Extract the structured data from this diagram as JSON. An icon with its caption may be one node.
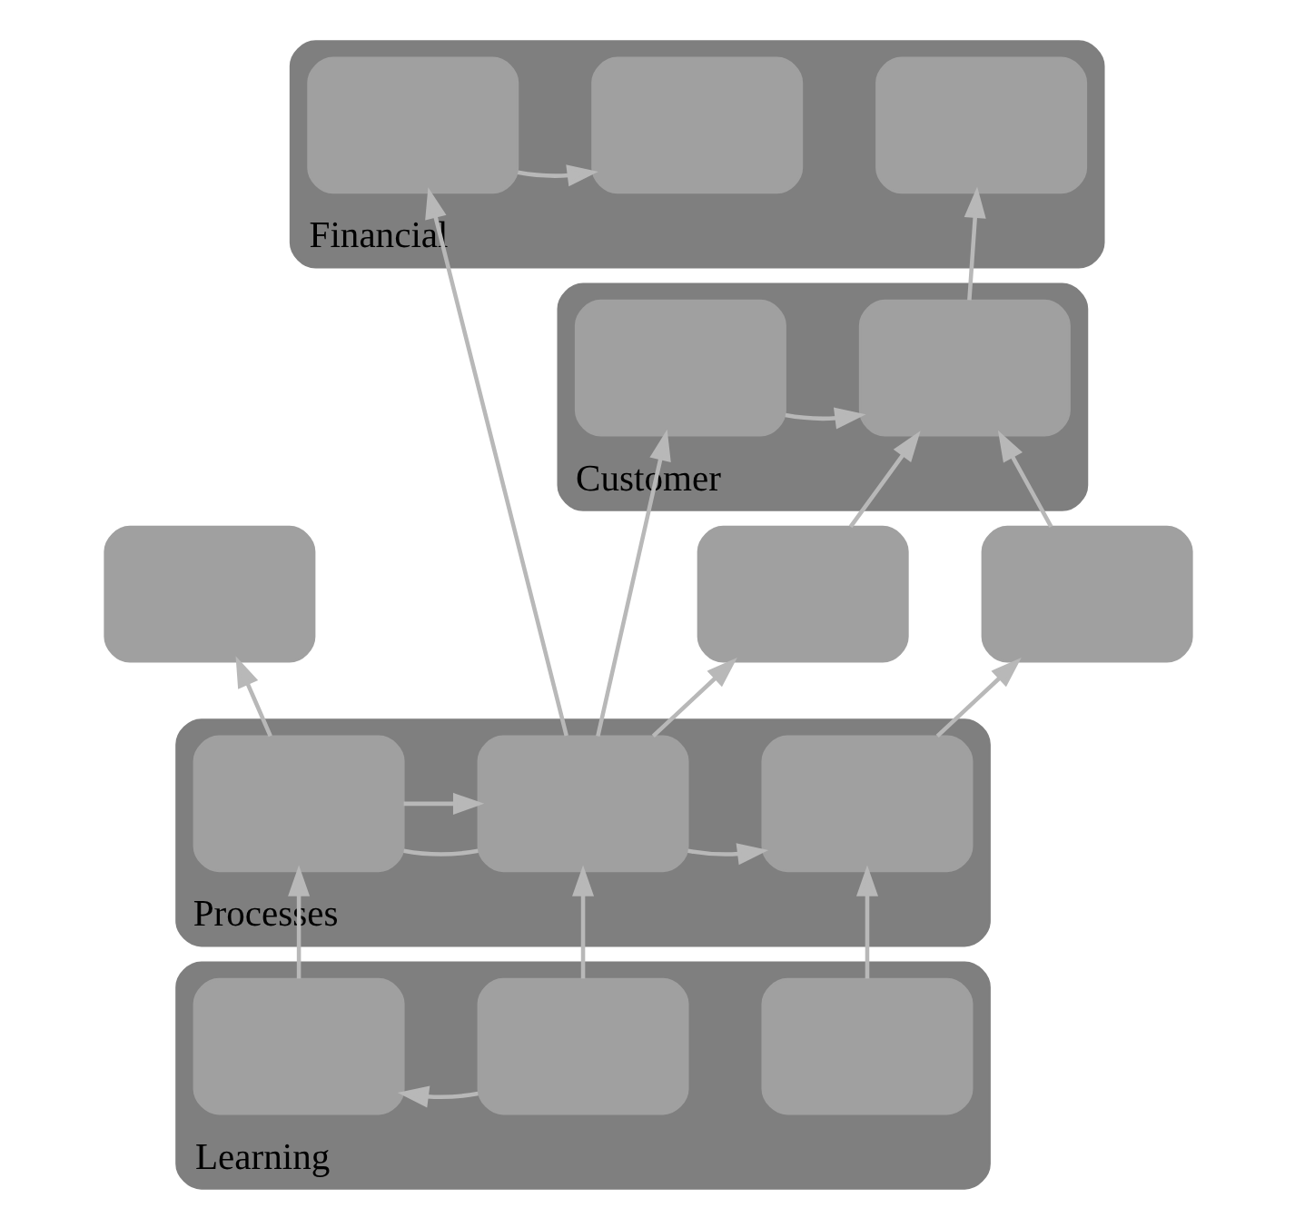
{
  "diagram": {
    "nodes": [
      {
        "text": [
          "Financial"
        ]
      },
      {
        "text": [],
        "shape": "box"
      },
      {
        "text": [],
        "shape": "box",
        "in": 0
      },
      {
        "text": [],
        "shape": "box",
        "in": 0
      },
      {
        "text": [],
        "shape": "box",
        "in": 0
      },
      {
        "text": [
          "Customer"
        ]
      },
      {
        "text": [],
        "shape": "box",
        "in": 5
      },
      {
        "text": [],
        "shape": "box"
      },
      {
        "text": [],
        "shape": "box",
        "in": 5
      },
      {
        "text": [
          "Processes"
        ]
      },
      {
        "text": [],
        "shape": "box",
        "in": 9
      },
      {
        "text": [],
        "shape": "box",
        "in": 9
      },
      {
        "text": [],
        "shape": "box",
        "in": 9
      },
      {
        "text": [],
        "shape": "box"
      },
      {
        "text": [
          "Learning"
        ]
      },
      {
        "text": [],
        "shape": "box",
        "in": 14
      },
      {
        "text": [],
        "shape": "box",
        "in": 14
      },
      {
        "text": [],
        "shape": "box",
        "in": 14
      }
    ],
    "edges": [
      {
        "from": 2,
        "to": 3,
        "arrow": "to"
      },
      {
        "from": 8,
        "to": 4,
        "arrow": "to"
      },
      {
        "from": 6,
        "to": 8,
        "arrow": "to"
      },
      {
        "from": 7,
        "to": 8,
        "arrow": "to"
      },
      {
        "from": 10,
        "to": 1,
        "arrow": "to"
      },
      {
        "from": 10,
        "to": 11,
        "arrow": "to"
      },
      {
        "from": 10,
        "to": 11,
        "arrow": "none"
      },
      {
        "from": 11,
        "to": 6,
        "arrow": "to"
      },
      {
        "from": 11,
        "to": 2,
        "arrow": "to"
      },
      {
        "from": 11,
        "to": 12,
        "arrow": "to"
      },
      {
        "from": 11,
        "to": 7,
        "arrow": "to"
      },
      {
        "from": 12,
        "to": 13,
        "arrow": "to"
      },
      {
        "from": 13,
        "to": 8,
        "arrow": "to"
      },
      {
        "from": 16,
        "to": 15,
        "arrow": "to"
      },
      {
        "from": 15,
        "to": 10,
        "arrow": "to"
      },
      {
        "from": 16,
        "to": 11,
        "arrow": "to"
      },
      {
        "from": 17,
        "to": 12,
        "arrow": "to"
      }
    ]
  }
}
